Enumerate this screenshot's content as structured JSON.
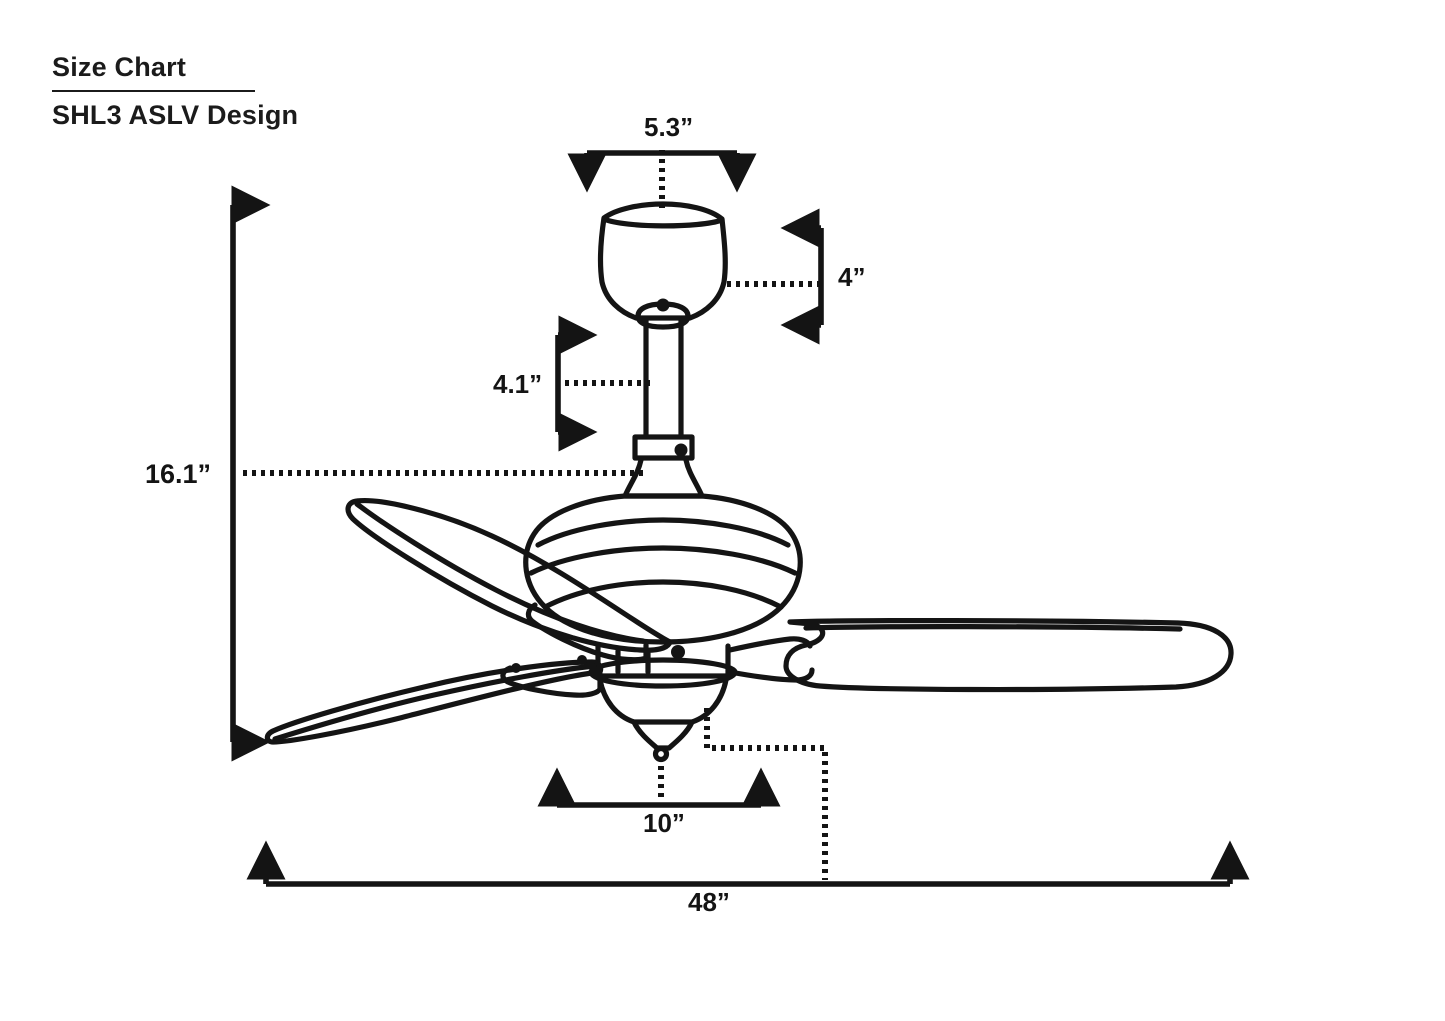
{
  "header": {
    "title": "Size Chart",
    "subtitle": "SHL3 ASLV Design"
  },
  "product": {
    "name": "Ceiling fan outline drawing",
    "blade_count": 3
  },
  "chart_data": {
    "type": "table",
    "title": "Size Chart",
    "subtitle": "SHL3 ASLV Design",
    "categories": [
      "Canopy width",
      "Canopy height",
      "Downrod length",
      "Overall height",
      "Light kit width",
      "Blade span"
    ],
    "values": [
      5.3,
      4,
      4.1,
      16.1,
      10,
      48
    ],
    "unit": "in",
    "labels": [
      "5.3”",
      "4”",
      "4.1”",
      "16.1”",
      "10”",
      "48”"
    ],
    "xlabel": "",
    "ylabel": "",
    "grid": false,
    "legend": "none"
  },
  "dimensions": {
    "canopy_width": "5.3”",
    "canopy_height": "4”",
    "downrod": "4.1”",
    "overall_height": "16.1”",
    "light_width": "10”",
    "blade_span": "48”"
  },
  "colors": {
    "ink": "#141414",
    "paper": "#ffffff"
  }
}
